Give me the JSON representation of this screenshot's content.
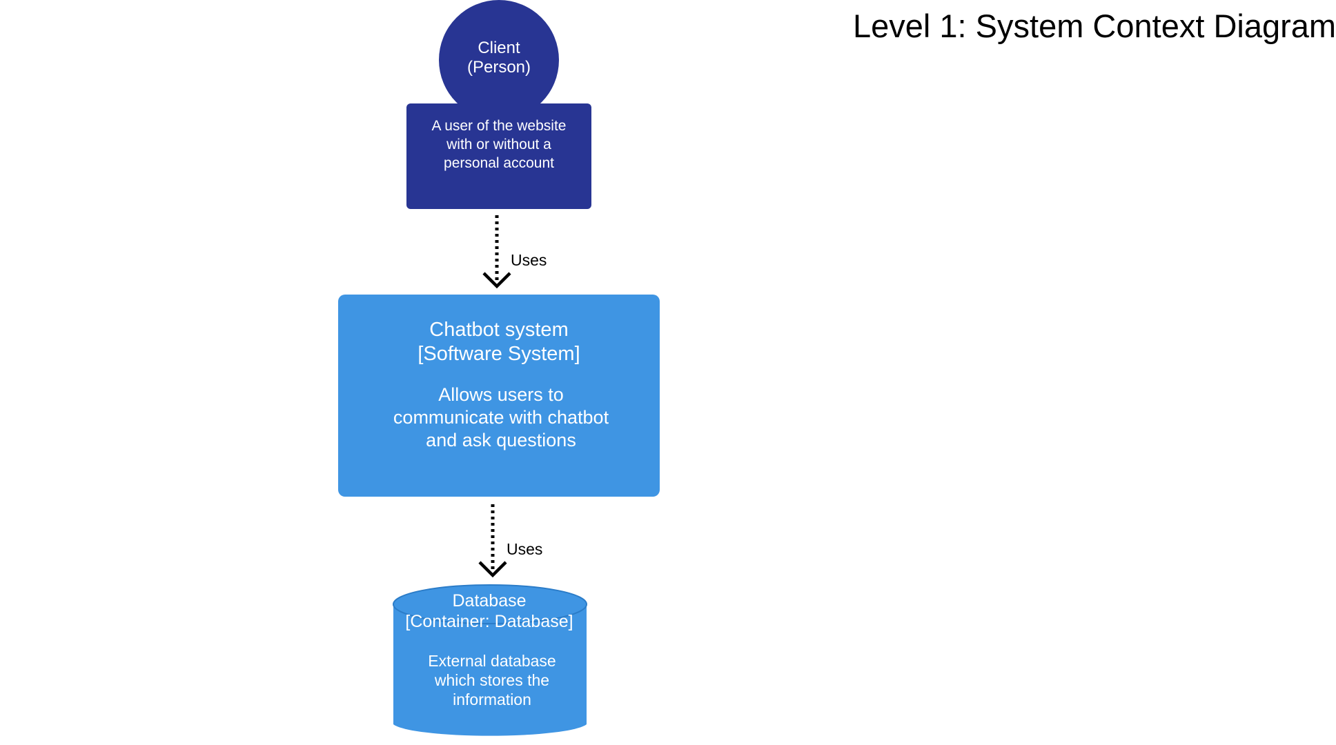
{
  "diagram": {
    "title": "Level 1: System Context Diagram",
    "person": {
      "name": "Client",
      "type": "(Person)",
      "description": "A user of the website\nwith or without a\npersonal account",
      "color": "#283593"
    },
    "system": {
      "name": "Chatbot system",
      "type": "[Software System]",
      "description": "Allows users to\ncommunicate with chatbot\nand ask questions",
      "color": "#3f95e3"
    },
    "database": {
      "name": "Database",
      "type": "[Container: Database]",
      "description": "External database\nwhich stores the\ninformation",
      "color": "#3f95e3"
    },
    "relations": [
      {
        "from": "Client",
        "to": "Chatbot system",
        "label": "Uses"
      },
      {
        "from": "Chatbot system",
        "to": "Database",
        "label": "Uses"
      }
    ]
  }
}
